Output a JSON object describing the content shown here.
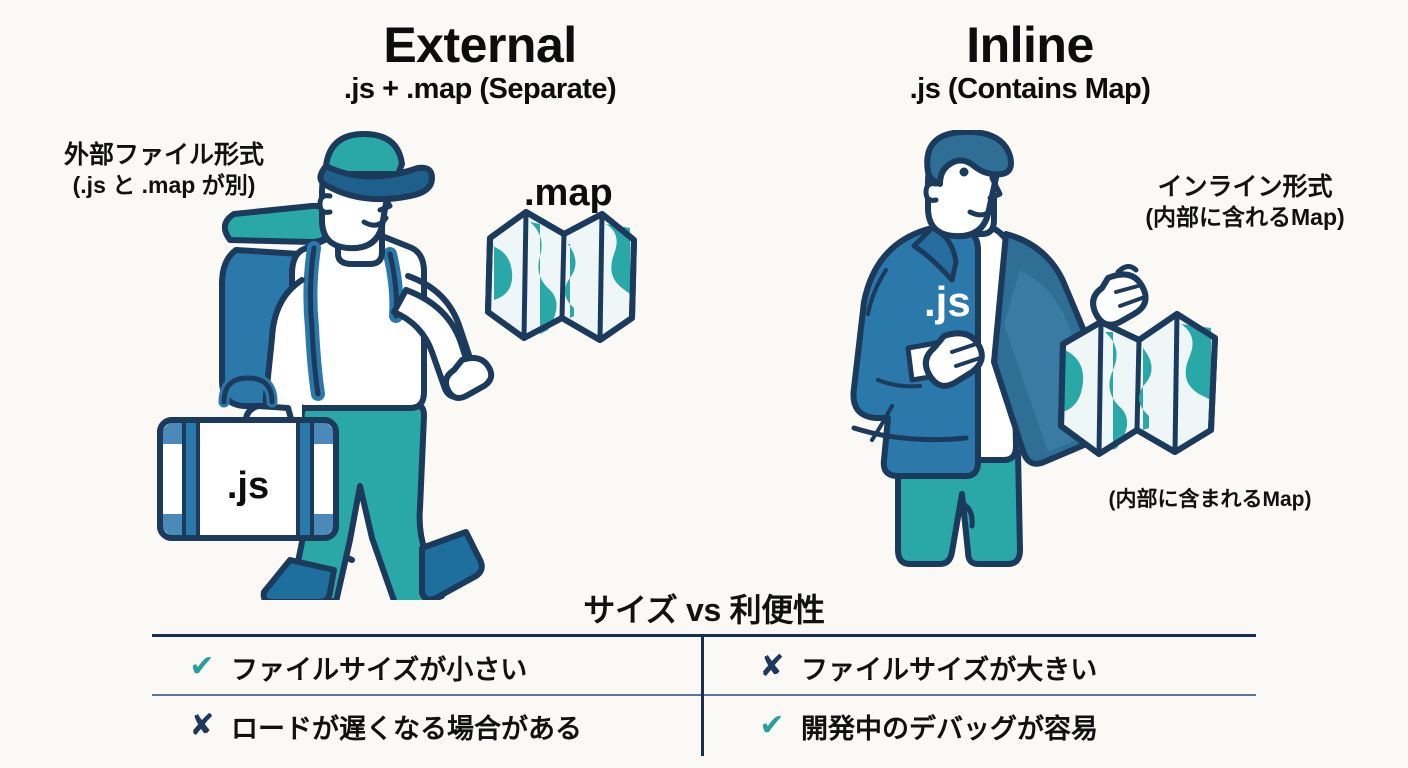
{
  "background_color": "#faf9f6",
  "palette": {
    "navy_outline": "#1b3a5c",
    "teal": "#2aa8a8",
    "teal_dark": "#1f8f8f",
    "blue": "#2b78ab",
    "blue_dark": "#1f5f8b",
    "check_teal": "#2a9d9d",
    "cross_navy": "#1d3a5c",
    "text_black": "#111111",
    "line_dark": "#16304d",
    "line_light": "#5a7796"
  },
  "columns": {
    "left": {
      "title": "External",
      "subtitle": ".js + .map (Separate)",
      "caption_line1": "外部ファイル形式",
      "caption_line2": "(.js と .map が別)",
      "map_label": ".map",
      "suitcase_label": ".js"
    },
    "right": {
      "title": "Inline",
      "subtitle": ".js (Contains Map)",
      "caption_line1": "インライン形式",
      "caption_line2": "(内部に含れるMap)",
      "jacket_label": ".js",
      "map_caption": "(内部に含まれるMap)"
    }
  },
  "comparison": {
    "heading": "サイズ vs 利便性",
    "rows": [
      {
        "left": {
          "mark": "check-icon",
          "symbol": "✔",
          "text": "ファイルサイズが小さい"
        },
        "right": {
          "mark": "cross-icon",
          "symbol": "✘",
          "text": "ファイルサイズが大きい"
        }
      },
      {
        "left": {
          "mark": "cross-icon",
          "symbol": "✘",
          "text": "ロードが遅くなる場合がある"
        },
        "right": {
          "mark": "check-icon",
          "symbol": "✔",
          "text": "開発中のデバッグが容易"
        }
      }
    ]
  }
}
